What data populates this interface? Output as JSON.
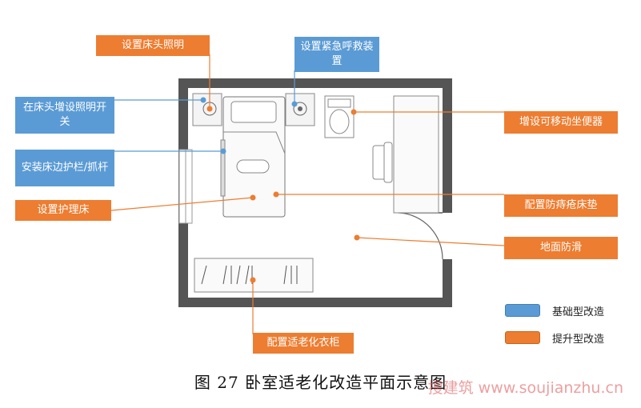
{
  "colors": {
    "basic": "#5b9bd5",
    "upgrade": "#ed7d31",
    "wall": "#555555"
  },
  "callouts": {
    "bed_lighting": "设置床头照明",
    "emergency_call": "设置紧急呼救装置",
    "headboard_switch": "在床头增设照明开关",
    "bed_rail": "安装床边护栏/抓杆",
    "nursing_bed": "设置护理床",
    "mobile_toilet": "增设可移动坐便器",
    "anti_bedsore": "配置防痔疮床垫",
    "anti_slip": "地面防滑",
    "wardrobe": "配置适老化衣柜"
  },
  "legend": {
    "basic": "基础型改造",
    "upgrade": "提升型改造"
  },
  "caption": "图 27 卧室适老化改造平面示意图",
  "watermark": "搜建筑 www.soujianzhu.cn"
}
